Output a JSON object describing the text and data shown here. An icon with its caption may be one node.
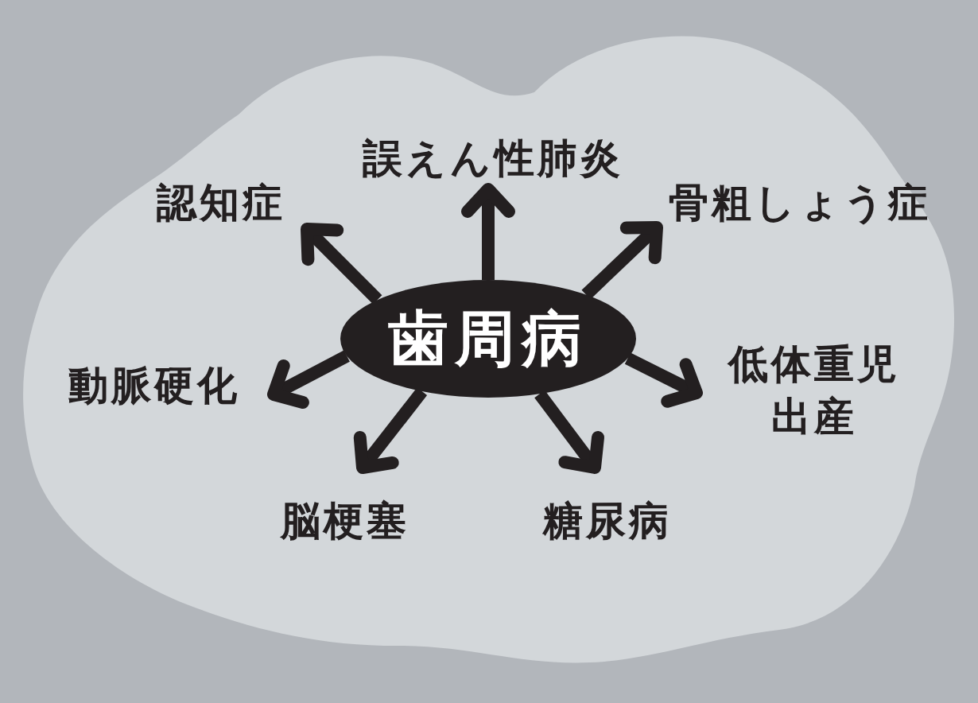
{
  "diagram": {
    "nodes": [
      {
        "text": [
          "誤えん性肺炎"
        ]
      },
      {
        "text": [
          "認知症"
        ]
      },
      {
        "text": [
          "骨粗しょう症"
        ]
      },
      {
        "text": [
          "歯周病"
        ]
      },
      {
        "text": [
          "動脈硬化"
        ]
      },
      {
        "text": [
          "低体重児出産"
        ]
      },
      {
        "text": [
          "脳梗塞"
        ]
      },
      {
        "text": [
          "糖尿病"
        ]
      }
    ],
    "edges": [
      {
        "from": 3,
        "to": 0,
        "arrow": "to"
      },
      {
        "from": 3,
        "to": 1,
        "arrow": "to"
      },
      {
        "from": 3,
        "to": 2,
        "arrow": "to"
      },
      {
        "from": 3,
        "to": 4,
        "arrow": "to"
      },
      {
        "from": 3,
        "to": 5,
        "arrow": "to"
      },
      {
        "from": 3,
        "to": 6,
        "arrow": "to"
      },
      {
        "from": 3,
        "to": 7,
        "arrow": "to"
      }
    ]
  }
}
